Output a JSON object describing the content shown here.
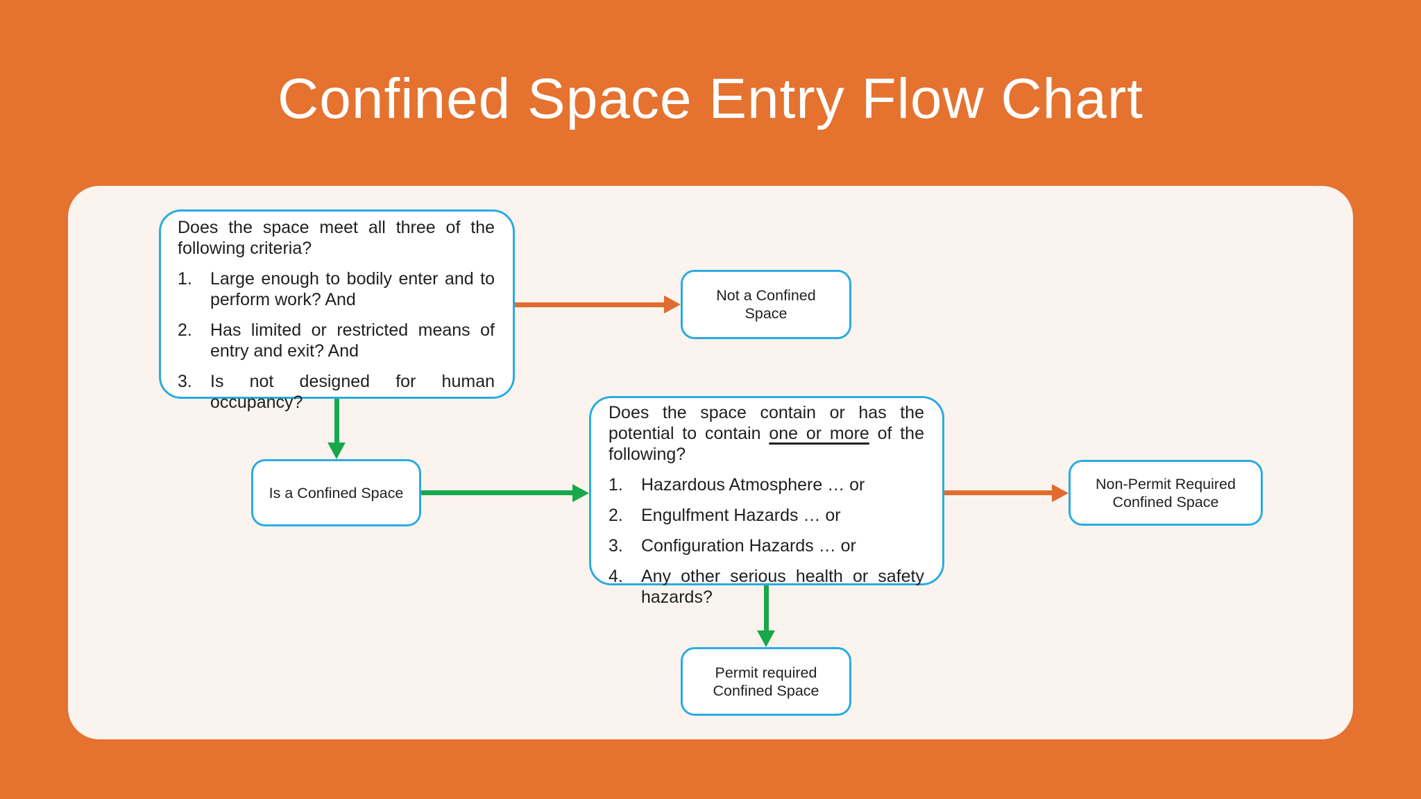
{
  "title": "Confined Space Entry Flow Chart",
  "colors": {
    "background": "#E5722F",
    "panel": "#FBF4EE",
    "node_border": "#29ABE2",
    "node_fill": "#FFFFFF",
    "arrow_green": "#18A84B",
    "arrow_orange": "#E06C2F",
    "title_text": "#FFFFFF",
    "body_text": "#1F1F1F"
  },
  "flowchart": {
    "criteria_box": {
      "intro": "Does the space meet all three of the following criteria?",
      "items": [
        {
          "num": "1.",
          "text": "Large enough to bodily enter and to perform work? And"
        },
        {
          "num": "2.",
          "text": "Has limited or restricted means of entry and exit? And"
        },
        {
          "num": "3.",
          "text": "Is not designed for human occupancy?"
        }
      ]
    },
    "not_confined_box": {
      "label": "Not a Confined\nSpace"
    },
    "is_confined_box": {
      "label": "Is a Confined Space"
    },
    "hazards_box": {
      "intro_pre": "Does the space contain or has the potential to contain ",
      "intro_underlined": "one or more",
      "intro_post": " of the following?",
      "items": [
        {
          "num": "1.",
          "text": "Hazardous Atmosphere … or"
        },
        {
          "num": "2.",
          "text": "Engulfment Hazards … or"
        },
        {
          "num": "3.",
          "text": "Configuration Hazards … or"
        },
        {
          "num": "4.",
          "text": "Any other serious health or safety hazards?"
        }
      ]
    },
    "non_permit_box": {
      "label": "Non-Permit Required\nConfined Space"
    },
    "permit_box": {
      "label": "Permit required\nConfined Space"
    }
  }
}
